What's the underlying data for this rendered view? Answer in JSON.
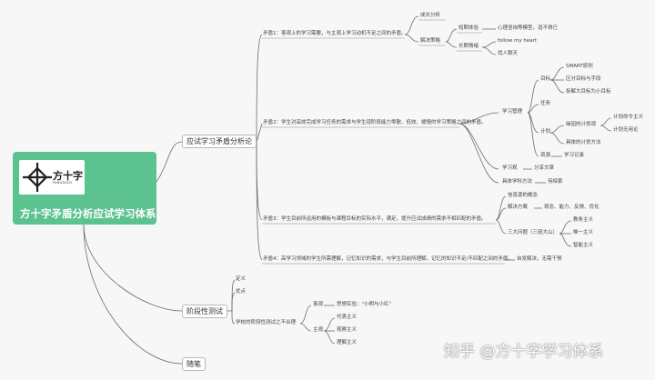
{
  "root": {
    "brand": "方十字",
    "sub": "FANGSHIZI",
    "title": "方十字矛盾分析应试学习体系"
  },
  "branches": {
    "b1": "应试学习矛盾分析论",
    "b2": "阶段性测试",
    "b3": "随笔"
  },
  "m1": {
    "text": "矛盾1：客观上的学习需要，与主观上学习动机不足之间的矛盾。",
    "c1": "成长分析",
    "c2": "解决策略",
    "short": "短期体验",
    "short_leaf": "心理咨询等模型，迫不得已",
    "long": "长期情绪",
    "long1": "follow my heart",
    "long2": "找人聊天"
  },
  "m2": {
    "text": "矛盾2：学生对高效完成学习任务的需求与学生现阶段能力零散、低效、缓慢的学习策略之间的矛盾。",
    "manage": "学习管理",
    "goal": "目标",
    "g1": "SMART原则",
    "g2": "区分目标与手段",
    "g3": "拆解大目标为小目标",
    "task": "任务",
    "plan": "计划",
    "p1": "缘因的计划观",
    "p1a": "计划命令主义",
    "p1b": "计划无用论",
    "p2": "具体的计划方法",
    "res": "资源",
    "res_leaf": "学习记录",
    "method": "学习观",
    "method_leaf": "分享文章",
    "subject": "具体学科方法",
    "subject_leaf": "待探索"
  },
  "m3": {
    "text": "矛盾3：学生目前所运用的模板与课程目标的实际水平，满足，提升应试成绩的需求不相匹配的矛盾。",
    "c1": "信息源的概念",
    "c2": "解决方案",
    "c2_leaf": "观念、能力、反馈、优化",
    "c3": "三大问题（三座大山）",
    "c3a": "教条主义",
    "c3b": "唯一主义",
    "c3c": "智能主义"
  },
  "m4": {
    "text": "矛盾4：高学习领域的学生所需理解，记忆知识的需求，与学生目前所理解，记忆的知识不足/不匹配之间的矛盾。",
    "leaf": "自发解决，无需干预"
  },
  "test": {
    "n1": "定义",
    "n2": "优点",
    "n3": "学校的阶段性测试之不合理",
    "obj": "客观",
    "obj_leaf": "思想实验：\"小明与小红\"",
    "sub": "主观",
    "s1": "代表主义",
    "s2": "观察主义",
    "s3": "理解主义"
  },
  "watermark": "知乎 @方十字学习体系",
  "colors": {
    "line": "#6d6d6d",
    "root": "#5cc28f"
  }
}
